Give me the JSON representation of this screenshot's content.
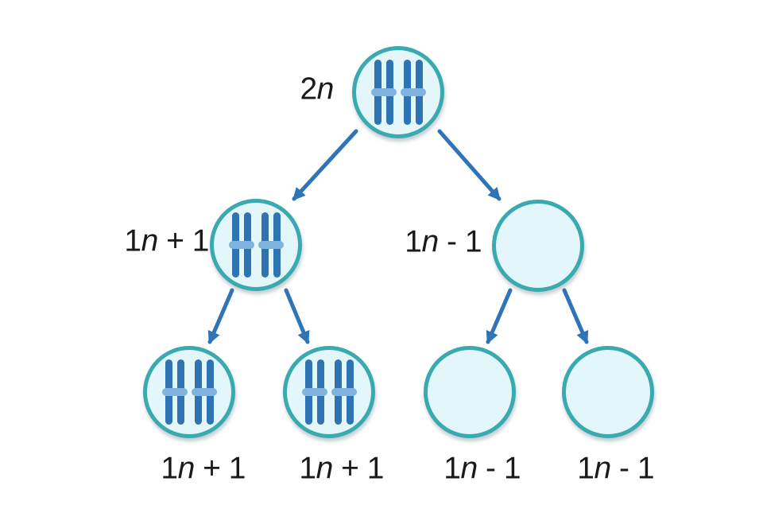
{
  "diagram_type": "meiosis-nondisjunction-tree",
  "background": "#FFFFFF",
  "colors": {
    "background": "#FFFFFF",
    "cell_border": "#39AAB0",
    "cell_fill": "#E3F6F9",
    "chromatid": "#2E74B5",
    "centromere": "#7FB3E0",
    "arrow": "#2E74B6",
    "label_text": "#1A1A1A"
  },
  "cells": [
    {
      "id": "parent-cell",
      "label": {
        "pre": "2",
        "var": "n",
        "post": ""
      },
      "chromosome_pairs": 2,
      "label_side": "left"
    },
    {
      "id": "daughter-cell-left",
      "label": {
        "pre": "1",
        "var": "n",
        "post": " + 1"
      },
      "chromosome_pairs": 2,
      "label_side": "left"
    },
    {
      "id": "daughter-cell-right",
      "label": {
        "pre": "1",
        "var": "n",
        "post": " - 1"
      },
      "chromosome_pairs": 0,
      "label_side": "left"
    },
    {
      "id": "gamete-cell-1",
      "label": {
        "pre": "1",
        "var": "n",
        "post": " + 1"
      },
      "chromosome_pairs": 2,
      "label_side": "below"
    },
    {
      "id": "gamete-cell-2",
      "label": {
        "pre": "1",
        "var": "n",
        "post": " + 1"
      },
      "chromosome_pairs": 2,
      "label_side": "below"
    },
    {
      "id": "gamete-cell-3",
      "label": {
        "pre": "1",
        "var": "n",
        "post": " - 1"
      },
      "chromosome_pairs": 0,
      "label_side": "below"
    },
    {
      "id": "gamete-cell-4",
      "label": {
        "pre": "1",
        "var": "n",
        "post": " - 1"
      },
      "chromosome_pairs": 0,
      "label_side": "below"
    }
  ],
  "arrows": [
    {
      "from": "parent-cell",
      "to": "daughter-cell-left"
    },
    {
      "from": "parent-cell",
      "to": "daughter-cell-right"
    },
    {
      "from": "daughter-cell-left",
      "to": "gamete-cell-1"
    },
    {
      "from": "daughter-cell-left",
      "to": "gamete-cell-2"
    },
    {
      "from": "daughter-cell-right",
      "to": "gamete-cell-3"
    },
    {
      "from": "daughter-cell-right",
      "to": "gamete-cell-4"
    }
  ]
}
